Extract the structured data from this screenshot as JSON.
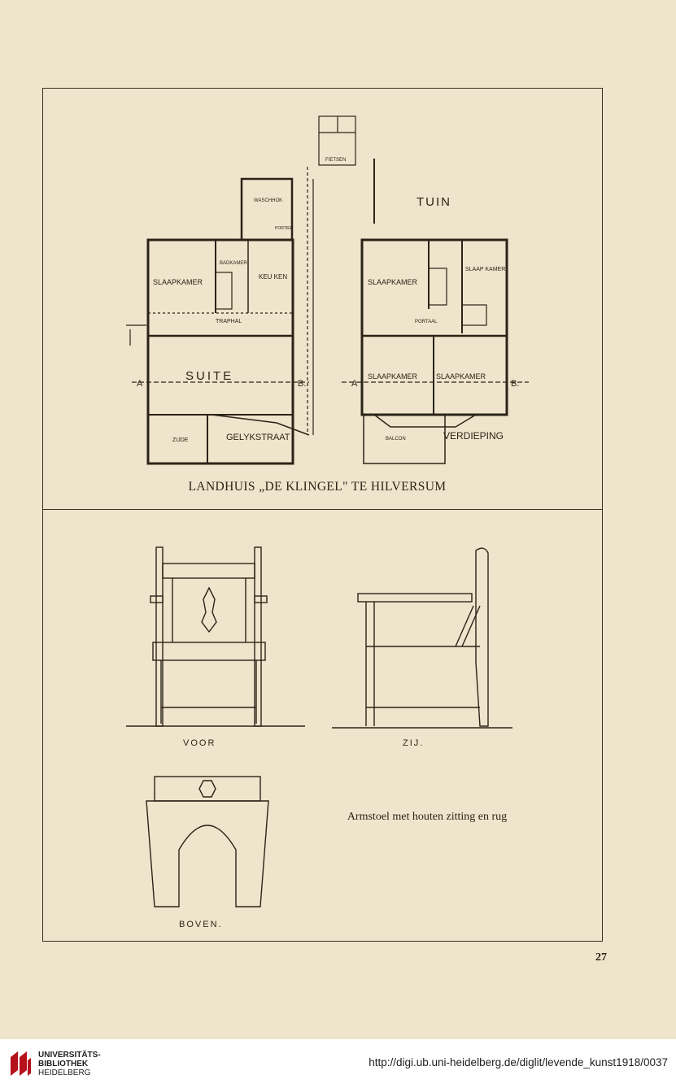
{
  "plans": {
    "labels": {
      "tuin": "TUIN",
      "fietsen": "FIETSEN",
      "waschhok": "WASCHHOK",
      "portiek": "PORTIEK",
      "badkamer": "BADKAMER",
      "slaapkamer_left": "SLAAPKAMER",
      "keuken": "KEU KEN",
      "traphal": "TRAPHAL",
      "suite": "SUITE",
      "zijde": "ZIJDE",
      "gelykstraat": "GELYKSTRAAT",
      "marker_a": "A",
      "marker_b": "B.",
      "slaapkamer_right_top": "SLAAPKAMER",
      "slaap_kamer": "SLAAP KAMER",
      "portaal": "PORTAAL",
      "slaapkamer_mid_left": "SLAAPKAMER",
      "slaapkamer_mid_right": "SLAAPKAMER",
      "balcon": "BALCON",
      "verdieping": "VERDIEPING"
    }
  },
  "caption_top": "LANDHUIS „DE KLINGEL\" TE HILVERSUM",
  "chairs": {
    "voor": "VOOR",
    "zij": "ZIJ.",
    "boven": "BOVEN."
  },
  "caption_chair": "Armstoel met houten zitting en rug",
  "page_number": "27",
  "footer": {
    "logo_line1": "UNIVERSITÄTS-",
    "logo_line2": "BIBLIOTHEK",
    "logo_line3": "HEIDELBERG",
    "url": "http://digi.ub.uni-heidelberg.de/diglit/levende_kunst1918/0037"
  },
  "colors": {
    "paper": "#efe5cc",
    "ink": "#2a2418",
    "footer_bg": "#ffffff",
    "logo_red": "#b5121b"
  }
}
